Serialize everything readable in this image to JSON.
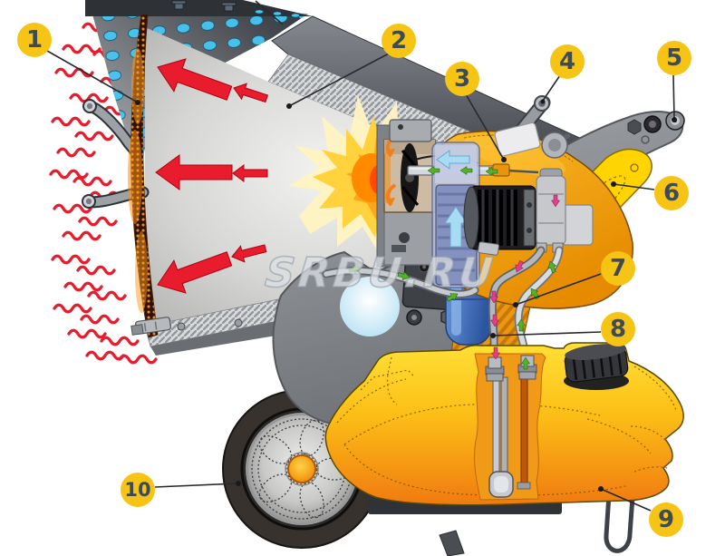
{
  "watermark": "SRBU.RU",
  "callouts": [
    {
      "label": "1"
    },
    {
      "label": "2"
    },
    {
      "label": "3"
    },
    {
      "label": "4"
    },
    {
      "label": "5"
    },
    {
      "label": "6"
    },
    {
      "label": "7"
    },
    {
      "label": "8"
    },
    {
      "label": "9"
    },
    {
      "label": "10"
    }
  ],
  "colors": {
    "callout-bg": "#F6C414",
    "callout-num": "#3E4A54",
    "heat-red": "#E81C2C",
    "flame-mid": "#FFD23E",
    "housing-orange": "#F5A417",
    "tank-yellow": "#FFD81E",
    "tank-orange": "#F07F12",
    "frame-gray": "#8A8E92",
    "hole-blue": "#46C6F0",
    "flow-green": "#55B02E",
    "flow-pink": "#E63C8C",
    "air-blue": "#A8DCF4",
    "watermark-gray": "#96A0AC"
  }
}
